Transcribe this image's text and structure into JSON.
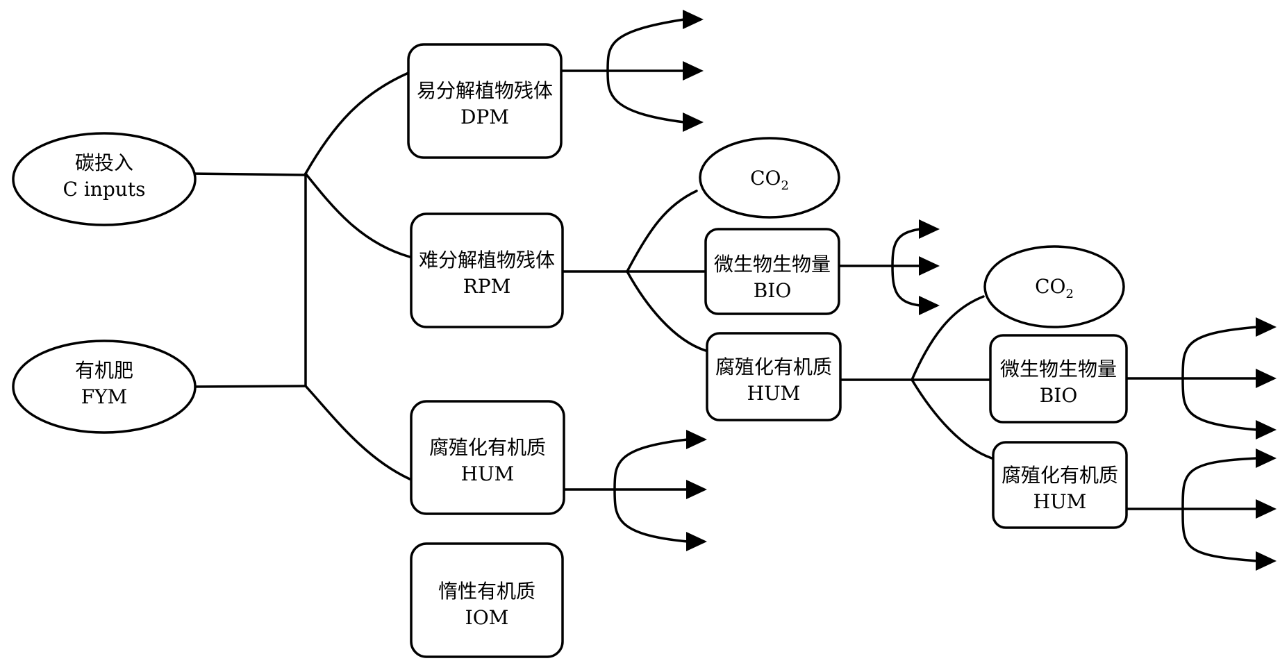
{
  "diagram": {
    "nodes": {
      "c_inputs": {
        "zh": "碳投入",
        "en": "C inputs"
      },
      "fym": {
        "zh": "有机肥",
        "en": "FYM"
      },
      "dpm": {
        "zh": "易分解植物残体",
        "en": "DPM"
      },
      "rpm": {
        "zh": "难分解植物残体",
        "en": "RPM"
      },
      "hum_1": {
        "zh": "腐殖化有机质",
        "en": "HUM"
      },
      "iom": {
        "zh": "惰性有机质",
        "en": "IOM"
      },
      "co2_1": {
        "base": "CO",
        "sub": "2"
      },
      "bio_1": {
        "zh": "微生物生物量",
        "en": "BIO"
      },
      "hum_2": {
        "zh": "腐殖化有机质",
        "en": "HUM"
      },
      "co2_2": {
        "base": "CO",
        "sub": "2"
      },
      "bio_2": {
        "zh": "微生物生物量",
        "en": "BIO"
      },
      "hum_3": {
        "zh": "腐殖化有机质",
        "en": "HUM"
      }
    },
    "edges": [
      {
        "from": "c_inputs",
        "to": "dpm"
      },
      {
        "from": "c_inputs",
        "to": "rpm"
      },
      {
        "from": "c_inputs",
        "to": "hum_1"
      },
      {
        "from": "fym",
        "to": "dpm"
      },
      {
        "from": "fym",
        "to": "rpm"
      },
      {
        "from": "fym",
        "to": "hum_1"
      },
      {
        "from": "dpm",
        "to": "three-way split (arrows)"
      },
      {
        "from": "rpm",
        "to": "co2_1"
      },
      {
        "from": "rpm",
        "to": "bio_1"
      },
      {
        "from": "rpm",
        "to": "hum_2"
      },
      {
        "from": "bio_1",
        "to": "three-way split (arrows)"
      },
      {
        "from": "hum_1",
        "to": "three-way split (arrows)"
      },
      {
        "from": "hum_2",
        "to": "co2_2"
      },
      {
        "from": "hum_2",
        "to": "bio_2"
      },
      {
        "from": "hum_2",
        "to": "hum_3"
      },
      {
        "from": "bio_2",
        "to": "three-way split (arrows)"
      },
      {
        "from": "hum_3",
        "to": "three-way split (arrows)"
      }
    ],
    "colors": {
      "stroke": "#000000",
      "fill": "#ffffff",
      "background": "#ffffff"
    }
  }
}
